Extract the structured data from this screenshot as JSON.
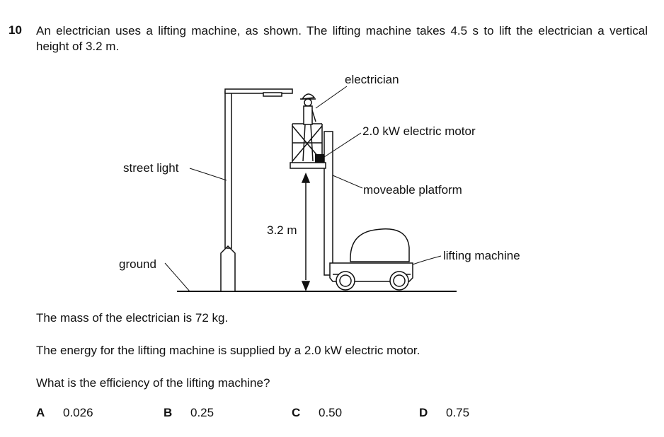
{
  "question": {
    "number": "10",
    "text": "An electrician uses a lifting machine, as shown. The lifting machine takes 4.5 s to lift the electrician a vertical height of 3.2 m."
  },
  "diagram": {
    "labels": {
      "electrician": "electrician",
      "motor": "2.0 kW electric motor",
      "platform": "moveable platform",
      "street_light": "street light",
      "height": "3.2 m",
      "ground": "ground",
      "lifting_machine": "lifting machine"
    }
  },
  "paragraphs": [
    "The mass of the electrician is 72 kg.",
    "The energy for the lifting machine is supplied by a 2.0 kW electric motor.",
    "What is the efficiency of the lifting machine?"
  ],
  "options": [
    {
      "letter": "A",
      "value": "0.026"
    },
    {
      "letter": "B",
      "value": "0.25"
    },
    {
      "letter": "C",
      "value": "0.50"
    },
    {
      "letter": "D",
      "value": "0.75"
    }
  ]
}
